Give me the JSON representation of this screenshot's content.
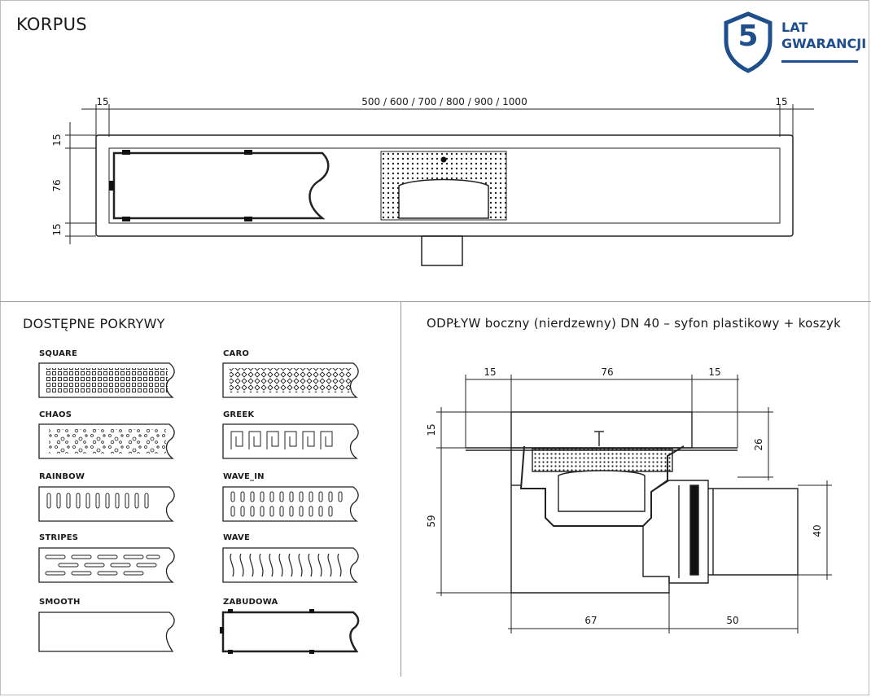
{
  "korpus": {
    "title": "KORPUS",
    "dims": {
      "top_left": "15",
      "top_center": "500 / 600 / 700 / 800 / 900 / 1000",
      "top_right": "15",
      "left_top": "15",
      "left_mid": "76",
      "left_bottom": "15"
    }
  },
  "warranty": {
    "number": "5",
    "line1": "LAT",
    "line2": "GWARANCJI",
    "color": "#1f4e8c"
  },
  "covers": {
    "title": "DOSTĘPNE POKRYWY",
    "items": [
      {
        "label": "SQUARE"
      },
      {
        "label": "CARO"
      },
      {
        "label": "CHAOS"
      },
      {
        "label": "GREEK"
      },
      {
        "label": "RAINBOW"
      },
      {
        "label": "WAVE_IN"
      },
      {
        "label": "STRIPES"
      },
      {
        "label": "WAVE"
      },
      {
        "label": "SMOOTH"
      },
      {
        "label": "ZABUDOWA"
      }
    ]
  },
  "drain": {
    "title": "ODPŁYW boczny (nierdzewny) DN 40 – syfon plastikowy + koszyk",
    "dims": {
      "top_left": "15",
      "top_mid": "76",
      "top_right": "15",
      "left_top": "15",
      "left_main": "59",
      "right_top": "26",
      "right_outlet": "40",
      "bottom_left": "67",
      "bottom_right": "50"
    }
  }
}
